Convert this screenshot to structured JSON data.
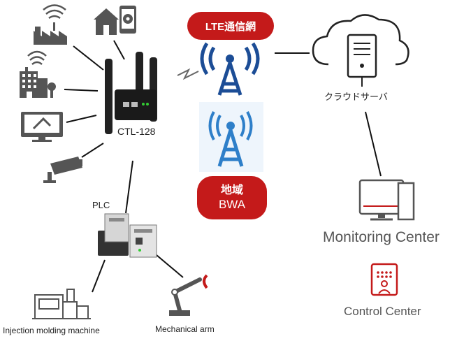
{
  "router": {
    "label": "CTL-128"
  },
  "lte": {
    "label": "LTE通信網"
  },
  "bwa": {
    "label_line1": "地域",
    "label_line2": "BWA"
  },
  "cloud": {
    "label": "クラウドサーバ"
  },
  "plc": {
    "label": "PLC"
  },
  "injection": {
    "label": "Injection molding machine"
  },
  "arm": {
    "label": "Mechanical arm"
  },
  "monitoring": {
    "label": "Monitoring Center"
  },
  "control": {
    "label": "Control Center"
  },
  "colors": {
    "accent_red": "#c41a1a",
    "tower_blue": "#1c4d96",
    "bwa_blue": "#2e7fc9",
    "line_black": "#111111",
    "icon_gray": "#555555"
  }
}
